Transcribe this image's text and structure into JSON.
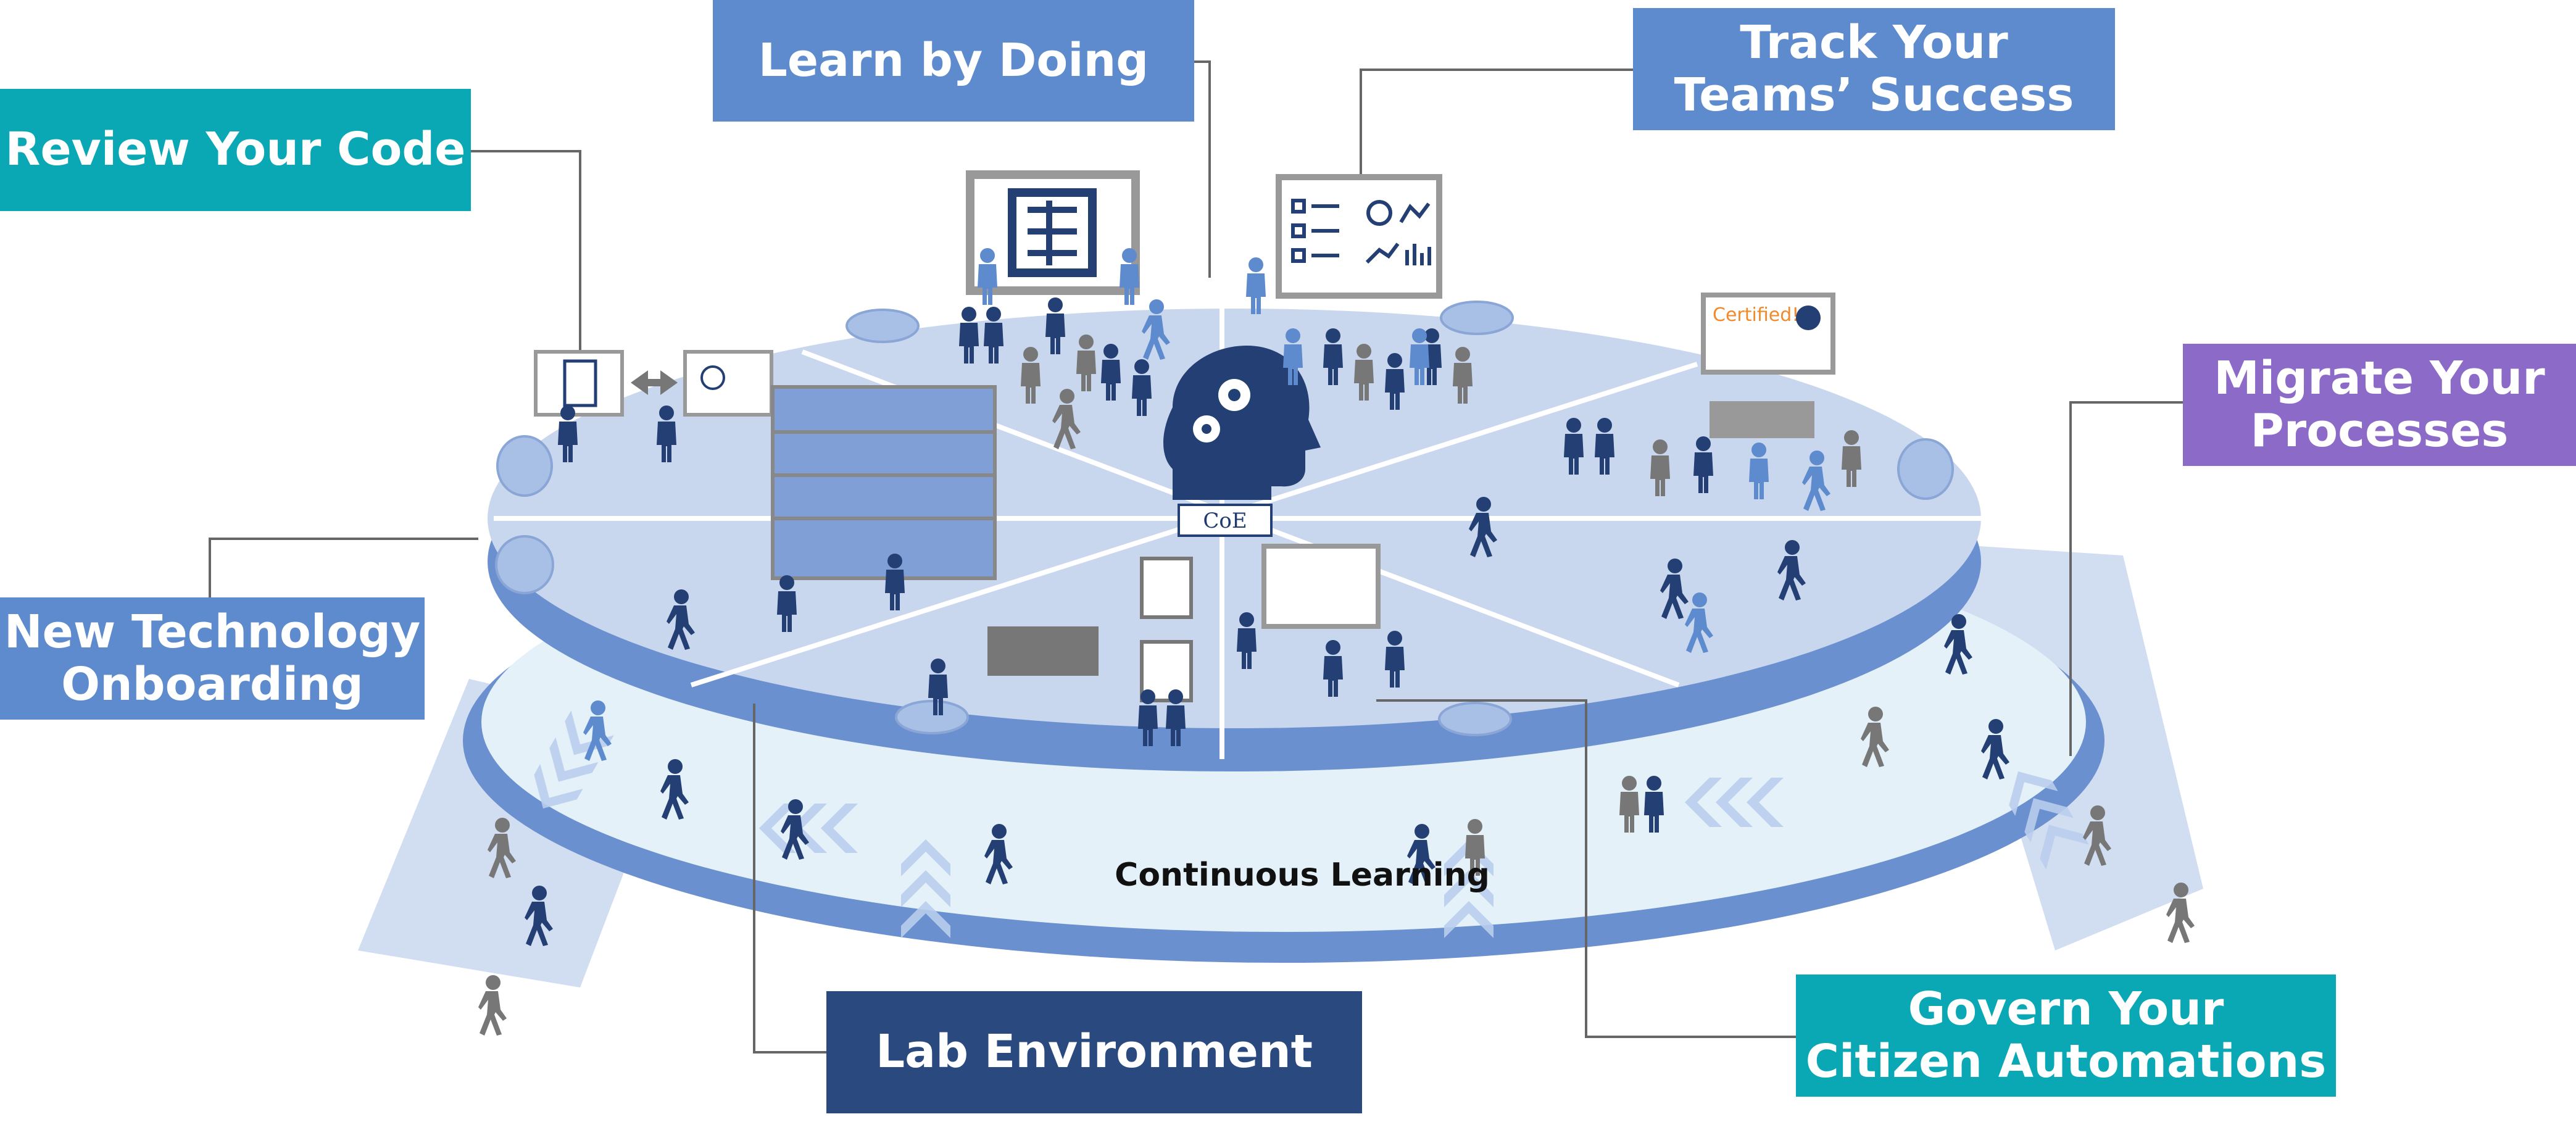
{
  "labels": {
    "review": "Review Your Code",
    "learn": "Learn by Doing",
    "track_line1": "Track Your",
    "track_line2": "Teams’ Success",
    "migrate_line1": "Migrate Your",
    "migrate_line2": "Processes",
    "newtech_line1": "New Technology",
    "newtech_line2": "Onboarding",
    "lab": "Lab Environment",
    "govern_line1": "Govern Your",
    "govern_line2": "Citizen Automations"
  },
  "center": {
    "hub": "CoE",
    "ring": "Continuous Learning"
  },
  "badges": {
    "certified": "Certified!"
  },
  "colors": {
    "teal": "#0aa8b5",
    "blue": "#5d8bce",
    "purple": "#8b6bc7",
    "navy": "#2a4a7f",
    "disc_top": "#c9d7ee",
    "disc_rim": "#6a90cf",
    "ring_fill": "#e4f1f8",
    "person_dark": "#243f73",
    "person_mid": "#5d8bce",
    "person_gray": "#777777"
  }
}
